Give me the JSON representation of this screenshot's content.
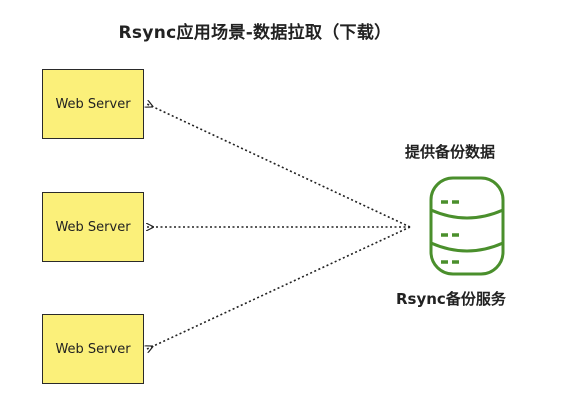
{
  "title": "Rsync应用场景-数据拉取（下载）",
  "servers": [
    {
      "label": "Web Server"
    },
    {
      "label": "Web Server"
    },
    {
      "label": "Web Server"
    }
  ],
  "backup": {
    "top_label": "提供备份数据",
    "bottom_label": "Rsync备份服务",
    "icon": "database-icon",
    "icon_color": "#4a8f2c"
  },
  "colors": {
    "server_fill": "#fbf07a",
    "arrow": "#222222"
  }
}
